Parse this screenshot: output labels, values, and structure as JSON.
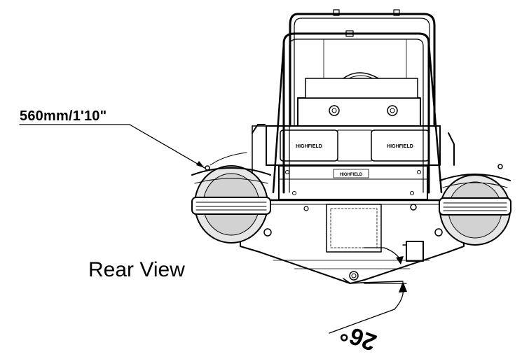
{
  "labels": {
    "dimension": "560mm/1'10\"",
    "view_title": "Rear View",
    "angle": "26°"
  },
  "branding": {
    "logo_text": "HIGHFIELD"
  },
  "colors": {
    "line": "#000000",
    "background": "#ffffff",
    "tube_fill": "#d9d9d9"
  }
}
